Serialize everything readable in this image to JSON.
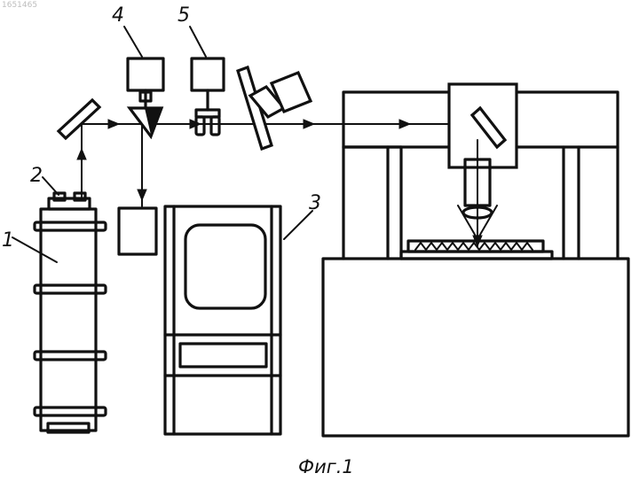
{
  "stamp": "1651465",
  "caption": "Фиг.1",
  "labels": {
    "l1": "1",
    "l2": "2",
    "l3": "3",
    "l4": "4",
    "l5": "5"
  }
}
